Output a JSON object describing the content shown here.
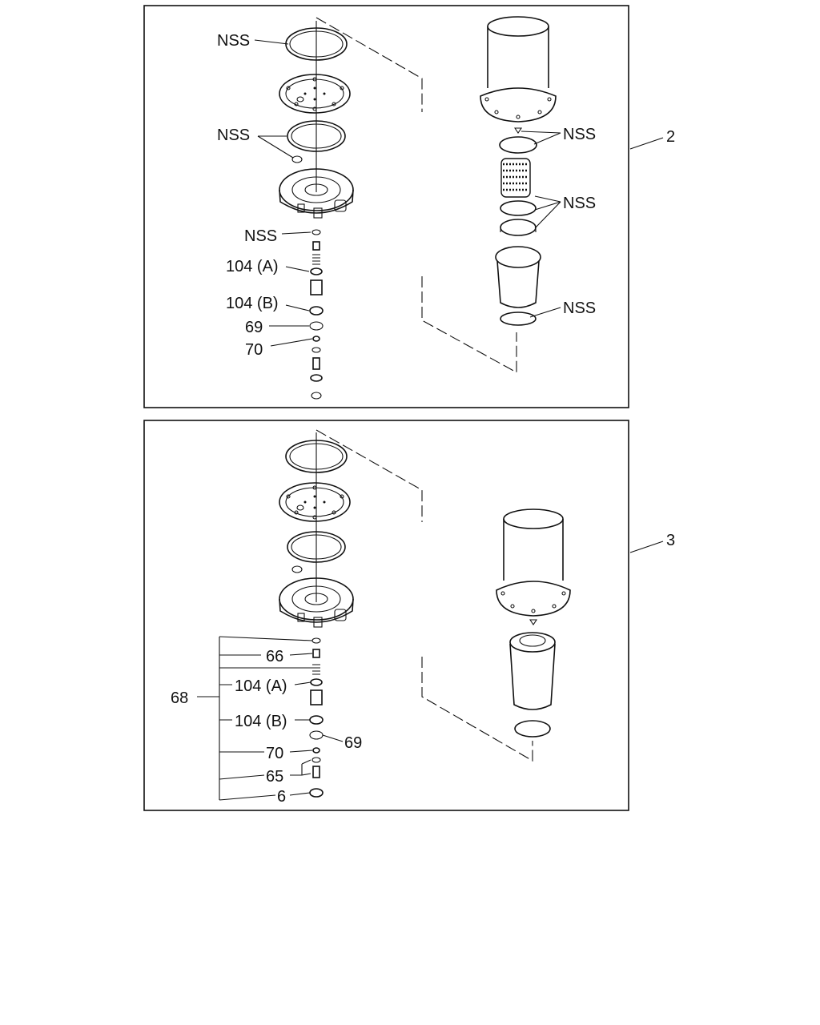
{
  "diagram": {
    "top_panel": {
      "callout": "2",
      "labels": {
        "nss_1": "NSS",
        "nss_2": "NSS",
        "nss_3": "NSS",
        "p104a": "104 (A)",
        "p104b": "104 (B)",
        "p69": "69",
        "p70": "70",
        "nss_right_1": "NSS",
        "nss_right_2": "NSS",
        "nss_right_3": "NSS"
      }
    },
    "bottom_panel": {
      "callout": "3",
      "labels": {
        "p66": "66",
        "p68": "68",
        "p104a": "104 (A)",
        "p104b": "104 (B)",
        "p69": "69",
        "p70": "70",
        "p65": "65",
        "p6": "6"
      }
    }
  }
}
